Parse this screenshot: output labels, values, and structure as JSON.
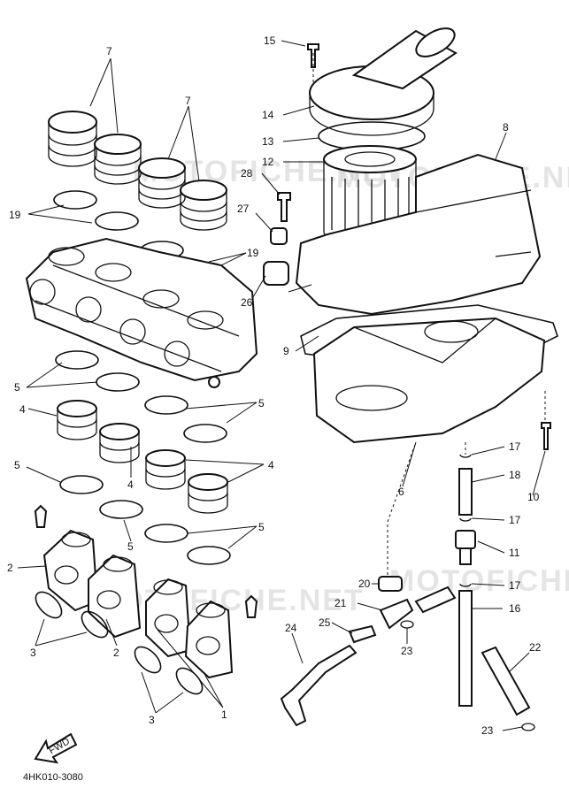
{
  "diagram": {
    "drawing_code": "4HK010-3080",
    "fwd_label": "FWD",
    "watermark": "MOTOFICHE.NET",
    "callouts": {
      "c1": "1",
      "c2a": "2",
      "c2b": "2",
      "c3a": "3",
      "c3b": "3",
      "c4a": "4",
      "c4b": "4",
      "c4c": "4",
      "c5a": "5",
      "c5b": "5",
      "c5c": "5",
      "c5d": "5",
      "c5e": "5",
      "c6": "6",
      "c7a": "7",
      "c7b": "7",
      "c8": "8",
      "c9": "9",
      "c10": "10",
      "c11": "11",
      "c12": "12",
      "c13": "13",
      "c14": "14",
      "c15": "15",
      "c16": "16",
      "c17a": "17",
      "c17b": "17",
      "c17c": "17",
      "c18": "18",
      "c19a": "19",
      "c19b": "19",
      "c20": "20",
      "c21": "21",
      "c22": "22",
      "c23a": "23",
      "c23b": "23",
      "c24": "24",
      "c25": "25",
      "c26": "26",
      "c27": "27",
      "c28": "28"
    }
  }
}
